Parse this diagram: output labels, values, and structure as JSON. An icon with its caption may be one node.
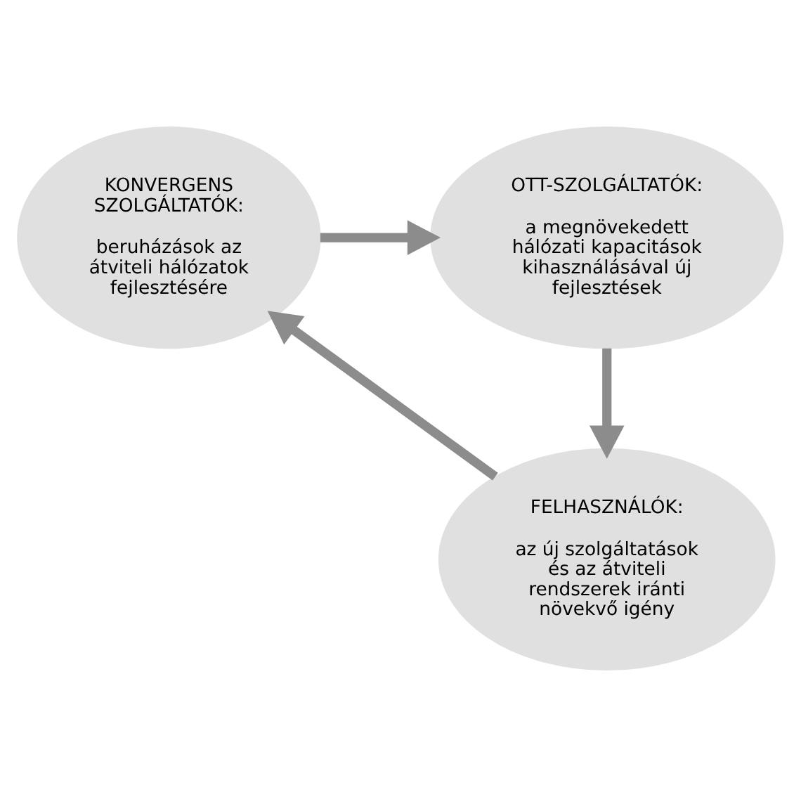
{
  "diagram": {
    "nodes": [
      {
        "text": [
          "KONVERGENS SZOLGÁLTATÓK:",
          "beruházások az átviteli hálózatok fejlesztésére"
        ]
      },
      {
        "text": [
          "OTT-SZOLGÁLTATÓK:",
          "a megnövekedett hálózati kapacitások kihasználásával új fejlesztések"
        ]
      },
      {
        "text": [
          "FELHASZNÁLÓK:",
          "az új szolgáltatások és az átviteli rendszerek iránti növekvő igény"
        ]
      }
    ],
    "edges": [
      {
        "from": 0,
        "to": 1,
        "arrow": "to"
      },
      {
        "from": 1,
        "to": 2,
        "arrow": "to"
      },
      {
        "from": 2,
        "to": 0,
        "arrow": "to"
      }
    ]
  }
}
